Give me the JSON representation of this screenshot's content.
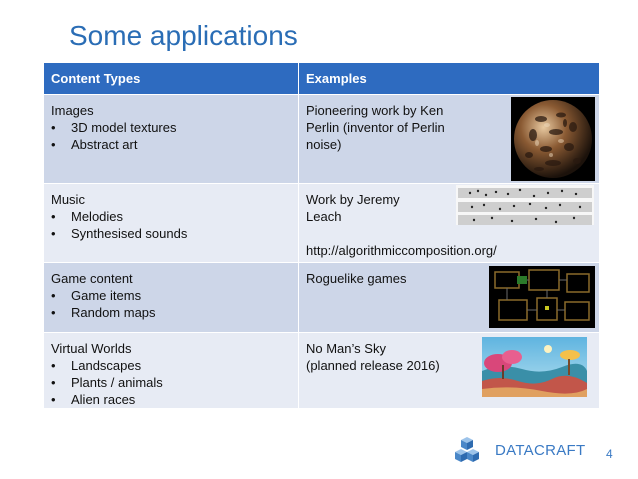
{
  "title": "Some applications",
  "headers": {
    "content_types": "Content Types",
    "examples": "Examples"
  },
  "rows": [
    {
      "category": "Images",
      "bullets": [
        "3D model textures",
        "Abstract art"
      ],
      "example_lines": [
        "Pioneering work by Ken",
        "Perlin (inventor of Perlin",
        "noise)"
      ],
      "image": "perlin-noise-sphere"
    },
    {
      "category": "Music",
      "bullets": [
        "Melodies",
        "Synthesised sounds"
      ],
      "example_lines": [
        "Work by Jeremy",
        "Leach"
      ],
      "url": "http://algorithmiccomposition.org/",
      "image": "sheet-music"
    },
    {
      "category": "Game content",
      "bullets": [
        "Game items",
        "Random maps"
      ],
      "example_lines": [
        "Roguelike games"
      ],
      "image": "roguelike-map"
    },
    {
      "category": "Virtual Worlds",
      "bullets": [
        "Landscapes",
        "Plants / animals",
        "Alien races"
      ],
      "example_lines": [
        "No Man’s Sky",
        "(planned release 2016)"
      ],
      "image": "alien-landscape"
    }
  ],
  "logo_text": "DATACRAFT",
  "page_number": "4",
  "colors": {
    "title": "#2a6db5",
    "header_bg": "#2e6bc0",
    "row_dark": "#cdd6e8",
    "row_light": "#e7ebf4"
  }
}
